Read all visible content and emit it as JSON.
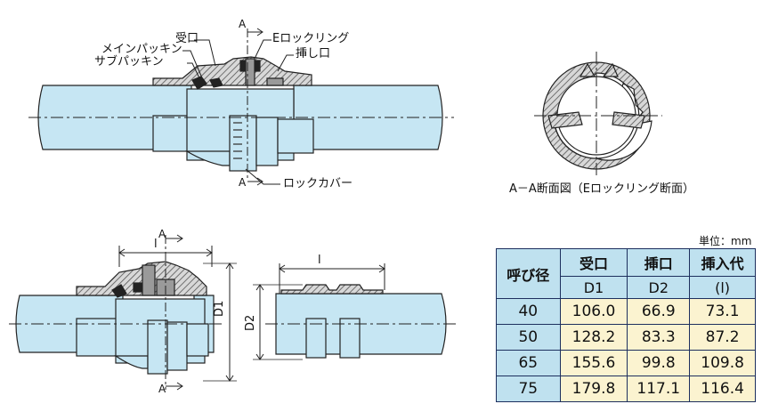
{
  "top_labels": {
    "ukeguchi": "受口",
    "main_packing": "メインパッキン",
    "sub_packing": "サブパッキン",
    "e_lock_ring": "Eロックリング",
    "sashiguchi": "挿し口",
    "lock_cover": "ロックカバー",
    "section_a_top": "A",
    "section_a_bottom": "A"
  },
  "section_caption": "A－A断面図（Eロックリング断面）",
  "bottom_labels": {
    "a_top": "A",
    "a_bottom": "A",
    "l_left": "l",
    "l_right": "l",
    "d1": "D1",
    "d2": "D2"
  },
  "unit_note": "単位：mm",
  "table": {
    "col_size": "呼び径",
    "col_ukeguchi": "受口",
    "col_sashiguchi": "挿口",
    "col_insert": "挿入代",
    "sub_d1": "D1",
    "sub_d2": "D2",
    "sub_l": "(l)",
    "rows": [
      {
        "size": "40",
        "d1": "106.0",
        "d2": "66.9",
        "l": "73.1"
      },
      {
        "size": "50",
        "d1": "128.2",
        "d2": "83.3",
        "l": "87.2"
      },
      {
        "size": "65",
        "d1": "155.6",
        "d2": "99.8",
        "l": "109.8"
      },
      {
        "size": "75",
        "d1": "179.8",
        "d2": "117.1",
        "l": "116.4"
      }
    ]
  },
  "colors": {
    "pipe_fill": "#c6e6f3",
    "hatch_fill": "#8a8a8a",
    "table_header": "#bfe1ef",
    "table_cell": "#fbf3d0",
    "table_border": "#1d2f5e"
  }
}
